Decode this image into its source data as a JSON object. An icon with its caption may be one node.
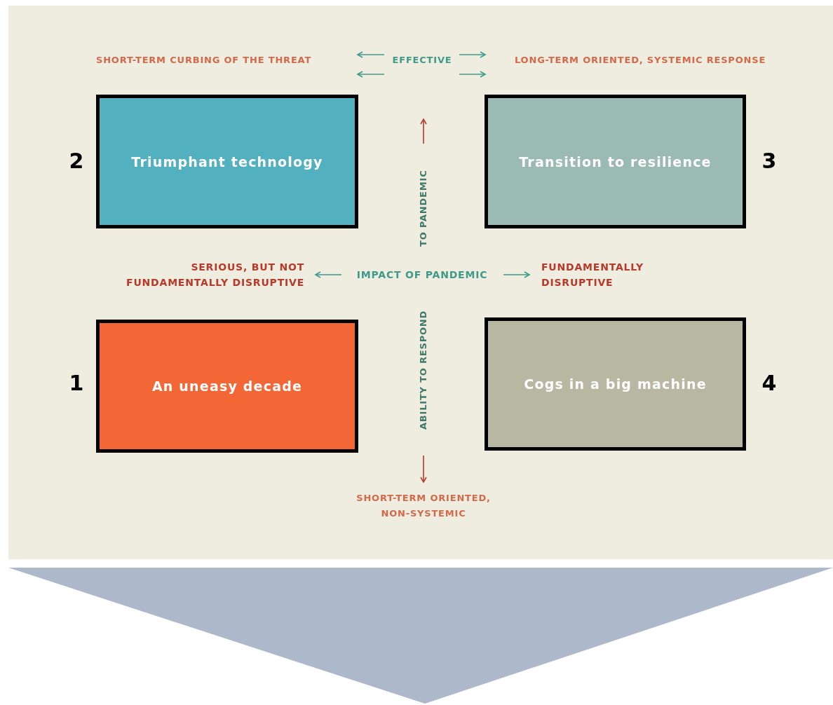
{
  "diagram": {
    "nodes": [
      {
        "text": [
          "Triumphant technology"
        ],
        "beside": [
          "2"
        ]
      },
      {
        "text": [
          "Transition to resilience"
        ],
        "beside": [
          "3"
        ]
      },
      {
        "text": [
          "An uneasy decade"
        ],
        "beside": [
          "1"
        ]
      },
      {
        "text": [
          "Cogs in a big machine"
        ],
        "beside": [
          "4"
        ]
      },
      {
        "text": [],
        "shape": "chevron"
      }
    ],
    "labels": [
      "SHORT-TERM CURBING OF THE THREAT",
      "EFFECTIVE",
      "LONG-TERM ORIENTED, SYSTEMIC RESPONSE",
      "TO PANDEMIC",
      "SERIOUS, BUT NOT FUNDAMENTALLY DISRUPTIVE",
      "IMPACT OF PANDEMIC",
      "FUNDAMENTALLY DISRUPTIVE",
      "ABILITY TO RESPOND",
      "SHORT-TERM ORIENTED, NON-SYSTEMIC"
    ]
  }
}
